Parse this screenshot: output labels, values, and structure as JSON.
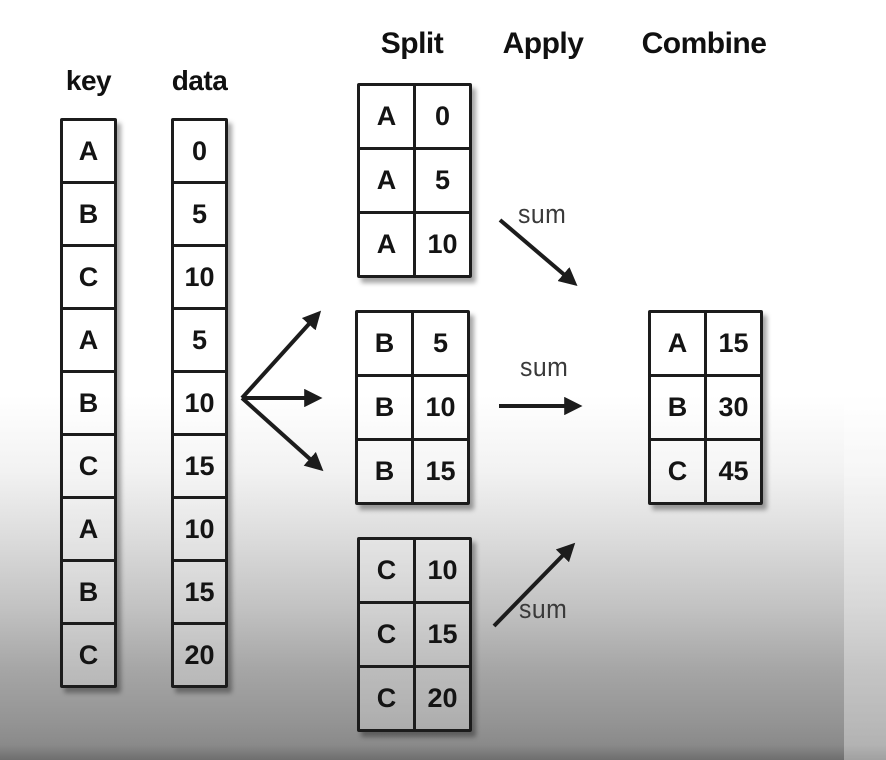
{
  "headers": {
    "key": "key",
    "data": "data",
    "split": "Split",
    "apply": "Apply",
    "combine": "Combine"
  },
  "key_column": {
    "cells": [
      "A",
      "B",
      "C",
      "A",
      "B",
      "C",
      "A",
      "B",
      "C"
    ]
  },
  "data_column": {
    "cells": [
      "0",
      "5",
      "10",
      "5",
      "10",
      "15",
      "10",
      "15",
      "20"
    ]
  },
  "split_tables": [
    {
      "group": "A",
      "rows": [
        [
          "A",
          "0"
        ],
        [
          "A",
          "5"
        ],
        [
          "A",
          "10"
        ]
      ]
    },
    {
      "group": "B",
      "rows": [
        [
          "B",
          "5"
        ],
        [
          "B",
          "10"
        ],
        [
          "B",
          "15"
        ]
      ]
    },
    {
      "group": "C",
      "rows": [
        [
          "C",
          "10"
        ],
        [
          "C",
          "15"
        ],
        [
          "C",
          "20"
        ]
      ]
    }
  ],
  "combine_table": {
    "rows": [
      [
        "A",
        "15"
      ],
      [
        "B",
        "30"
      ],
      [
        "C",
        "45"
      ]
    ]
  },
  "apply_labels": {
    "sum1": "sum",
    "sum2": "sum",
    "sum3": "sum"
  },
  "colors": {
    "line": "#1c1c1c",
    "text": "#141414",
    "sum_text": "#3a3a3a"
  }
}
